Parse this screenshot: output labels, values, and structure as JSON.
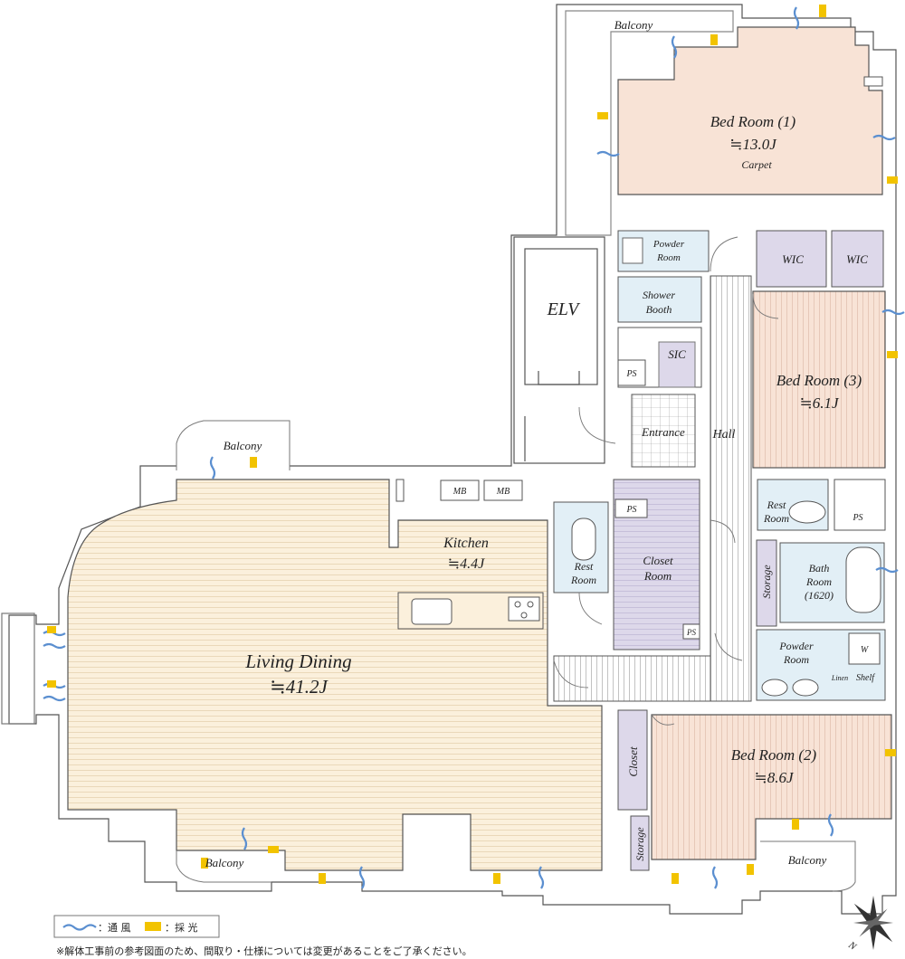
{
  "rooms": {
    "bed1": {
      "name": "Bed Room (1)",
      "area": "≒13.0J",
      "floor": "Carpet"
    },
    "bed2": {
      "name": "Bed Room (2)",
      "area": "≒8.6J"
    },
    "bed3": {
      "name": "Bed Room (3)",
      "area": "≒6.1J"
    },
    "living": {
      "name": "Living Dining",
      "area": "≒41.2J"
    },
    "kitchen": {
      "name": "Kitchen",
      "area": "≒4.4J"
    },
    "elv": "ELV",
    "hall": "Hall",
    "entrance": "Entrance",
    "sic": "SIC",
    "wic1": "WIC",
    "wic2": "WIC",
    "powder1": [
      "Powder",
      "Room"
    ],
    "powder2": [
      "Powder",
      "Room"
    ],
    "shower": [
      "Shower",
      "Booth"
    ],
    "rest1": [
      "Rest",
      "Room"
    ],
    "rest2": [
      "Rest",
      "Room"
    ],
    "closet_room": [
      "Closet",
      "Room"
    ],
    "closet": "Closet",
    "storage1": "Storage",
    "storage2": "Storage",
    "bath": [
      "Bath",
      "Room",
      "(1620)"
    ],
    "ps": [
      "PS",
      "PS",
      "PS",
      "PS"
    ],
    "mb": [
      "MB",
      "MB"
    ],
    "washer": "W",
    "linen": "Linen",
    "shelf": "Shelf",
    "balconies": [
      "Balcony",
      "Balcony",
      "Balcony",
      "Balcony"
    ]
  },
  "legend": {
    "ventilation": "：通 風",
    "light": "：採 光"
  },
  "footnote": "※解体工事前の参考図面のため、間取り・仕様については変更があることをご了承ください。",
  "compass": {
    "label": "N"
  },
  "colors": {
    "bedroom": "#f8e3d6",
    "living": "#fbf0dc",
    "closet": "#ddd8ea",
    "wet": "#e2eff6",
    "wall": "#555555",
    "wind": "#5b8fd0",
    "light": "#f2c300"
  }
}
